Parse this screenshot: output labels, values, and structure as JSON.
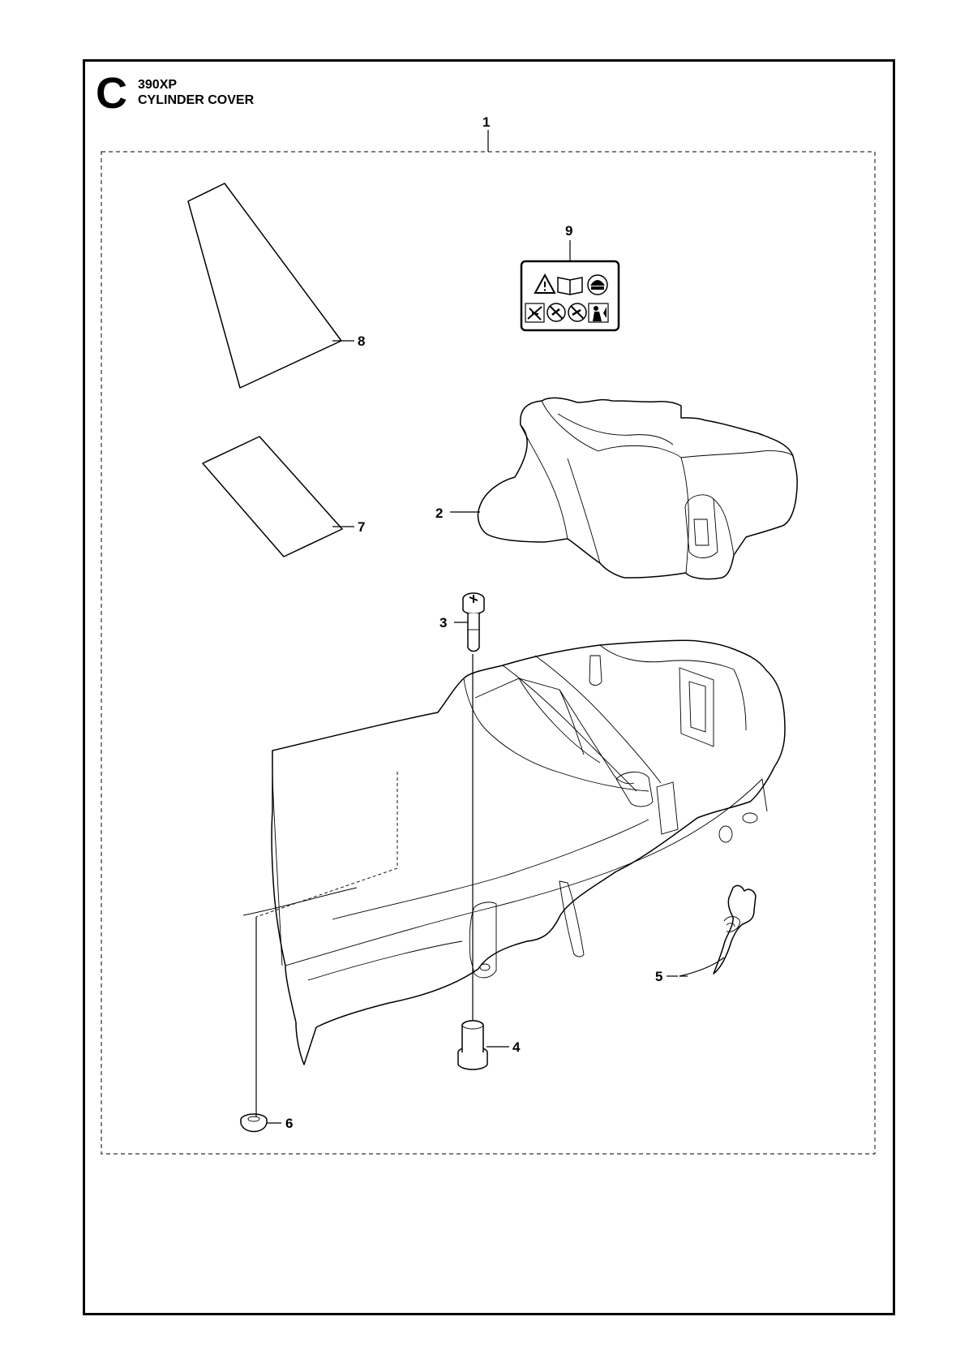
{
  "header": {
    "section_letter": "C",
    "model": "390XP",
    "title": "CYLINDER COVER"
  },
  "parts": [
    {
      "ref": "1",
      "name": "assembly-kit-bracket"
    },
    {
      "ref": "2",
      "name": "cylinder-cover"
    },
    {
      "ref": "3",
      "name": "screw"
    },
    {
      "ref": "4",
      "name": "sleeve"
    },
    {
      "ref": "5",
      "name": "clip"
    },
    {
      "ref": "6",
      "name": "rubber-grommet"
    },
    {
      "ref": "7",
      "name": "decal"
    },
    {
      "ref": "8",
      "name": "decal"
    },
    {
      "ref": "9",
      "name": "warning-decal"
    }
  ],
  "colors": {
    "line": "#000000",
    "background": "#ffffff"
  }
}
